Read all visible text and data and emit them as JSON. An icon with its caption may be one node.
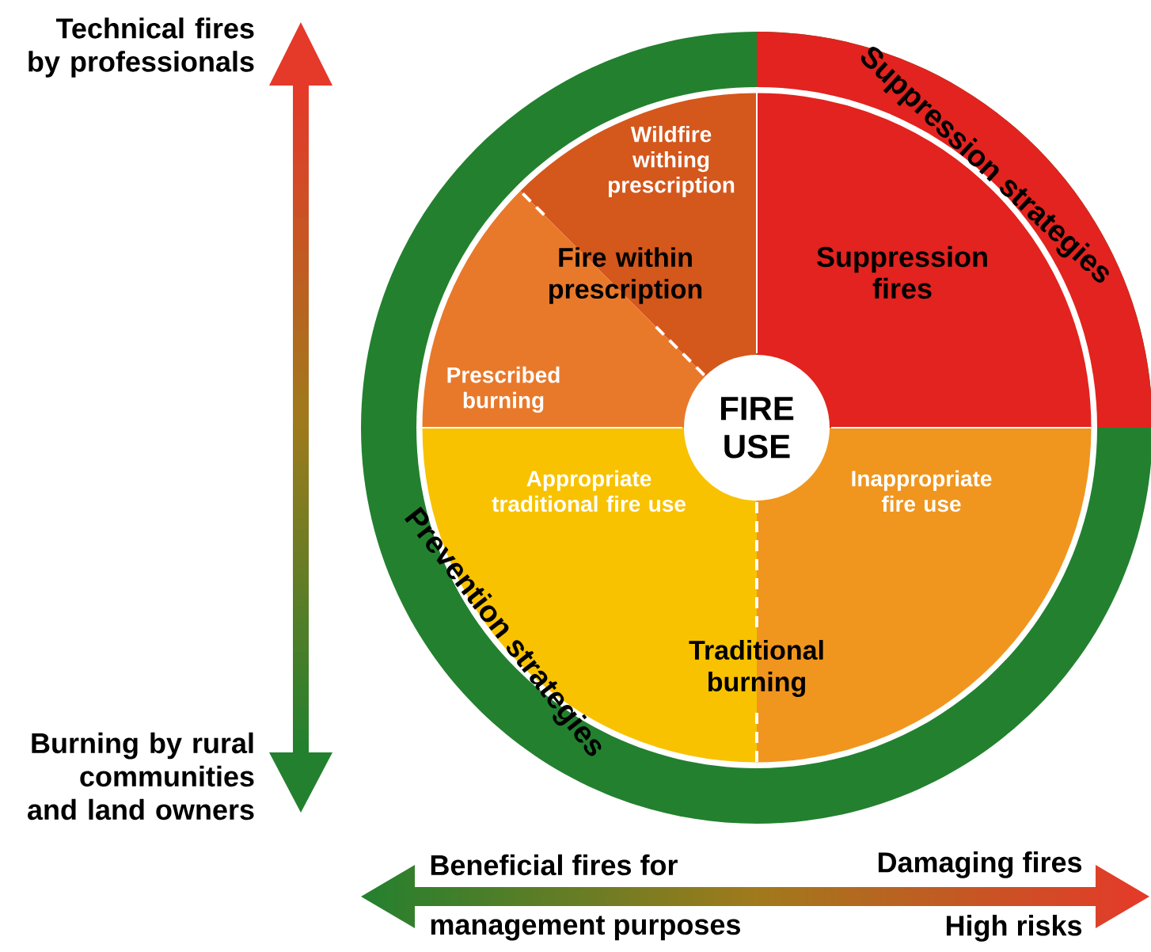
{
  "diagram": {
    "nodes": [
      {
        "text": [
          "Wildfire withing prescription"
        ]
      },
      {
        "text": [
          "Prescribed burning"
        ]
      },
      {
        "text": [
          "Suppression fires"
        ]
      },
      {
        "text": [
          "FIRE USE"
        ]
      },
      {
        "text": [
          "Appropriate traditional fire use"
        ]
      },
      {
        "text": [
          "Inappropriate fire use"
        ]
      }
    ],
    "labels": [
      "Technical fires by professionals",
      "Suppression strategies",
      "Fire within prescription",
      "Traditional burning",
      "Prevention strategies",
      "Burning by rural communities and land owners",
      "Beneficial fires for",
      "Damaging fires",
      "management purposes",
      "High risks"
    ]
  }
}
